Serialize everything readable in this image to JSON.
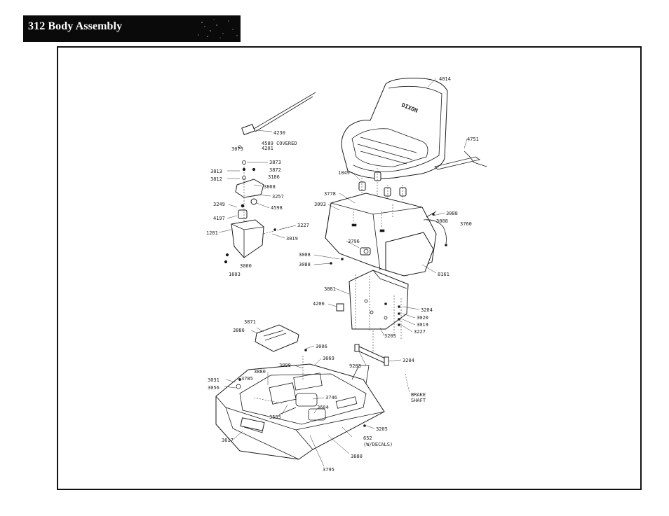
{
  "header": {
    "title": "312 Body Assembly"
  },
  "diagram": {
    "seat_brand": "DIXON",
    "callouts": [
      {
        "id": "c4014",
        "text": "4014"
      },
      {
        "id": "c4230",
        "text": "4230"
      },
      {
        "id": "c4589",
        "text": "4589 COVERED"
      },
      {
        "id": "c4201",
        "text": "4201"
      },
      {
        "id": "c3073",
        "text": "3073"
      },
      {
        "id": "c4751",
        "text": "4751"
      },
      {
        "id": "c3873",
        "text": "3873"
      },
      {
        "id": "c3813",
        "text": "3813"
      },
      {
        "id": "c3872",
        "text": "3872"
      },
      {
        "id": "c3812",
        "text": "3812"
      },
      {
        "id": "c3186",
        "text": "3186"
      },
      {
        "id": "c3868",
        "text": "3868"
      },
      {
        "id": "c3257",
        "text": "3257"
      },
      {
        "id": "c3249",
        "text": "3249"
      },
      {
        "id": "c4598",
        "text": "4598"
      },
      {
        "id": "c4197",
        "text": "4197"
      },
      {
        "id": "c3227a",
        "text": "3227"
      },
      {
        "id": "c1281",
        "text": "1281"
      },
      {
        "id": "c3019a",
        "text": "3019"
      },
      {
        "id": "c3000",
        "text": "3000"
      },
      {
        "id": "c1603",
        "text": "1603"
      },
      {
        "id": "c1849",
        "text": "1849"
      },
      {
        "id": "c3778",
        "text": "3778"
      },
      {
        "id": "c3093",
        "text": "3093"
      },
      {
        "id": "c3088a",
        "text": "3088"
      },
      {
        "id": "c3008a",
        "text": "3008"
      },
      {
        "id": "c3760",
        "text": "3760"
      },
      {
        "id": "c3796",
        "text": "3796"
      },
      {
        "id": "c3008b",
        "text": "3008"
      },
      {
        "id": "c3088b",
        "text": "3088"
      },
      {
        "id": "c8161",
        "text": "8161"
      },
      {
        "id": "c3881",
        "text": "3881"
      },
      {
        "id": "c4206",
        "text": "4206"
      },
      {
        "id": "c3204a",
        "text": "3204"
      },
      {
        "id": "c3020",
        "text": "3020"
      },
      {
        "id": "c3019b",
        "text": "3019"
      },
      {
        "id": "c3227b",
        "text": "3227"
      },
      {
        "id": "c3205a",
        "text": "3205"
      },
      {
        "id": "c3871",
        "text": "3871"
      },
      {
        "id": "c3886",
        "text": "3886"
      },
      {
        "id": "c3006",
        "text": "3006"
      },
      {
        "id": "c3669",
        "text": "3669"
      },
      {
        "id": "c3008c",
        "text": "3008"
      },
      {
        "id": "c9283",
        "text": "9283"
      },
      {
        "id": "c3204b",
        "text": "3204"
      },
      {
        "id": "c3880a",
        "text": "3880"
      },
      {
        "id": "c3785",
        "text": "3785"
      },
      {
        "id": "c3031",
        "text": "3031"
      },
      {
        "id": "c3056",
        "text": "3056"
      },
      {
        "id": "c3746",
        "text": "3746"
      },
      {
        "id": "c3604",
        "text": "3604"
      },
      {
        "id": "c3585",
        "text": "3585"
      },
      {
        "id": "c brake",
        "text": "BRAKE"
      },
      {
        "id": "cshaft",
        "text": "SHAFT"
      },
      {
        "id": "c3205b",
        "text": "3205"
      },
      {
        "id": "c3617",
        "text": "3617"
      },
      {
        "id": "c652",
        "text": "652"
      },
      {
        "id": "cdecals",
        "text": "(W/DECALS)"
      },
      {
        "id": "c3880b",
        "text": "3880"
      },
      {
        "id": "c3795",
        "text": "3795"
      }
    ]
  }
}
